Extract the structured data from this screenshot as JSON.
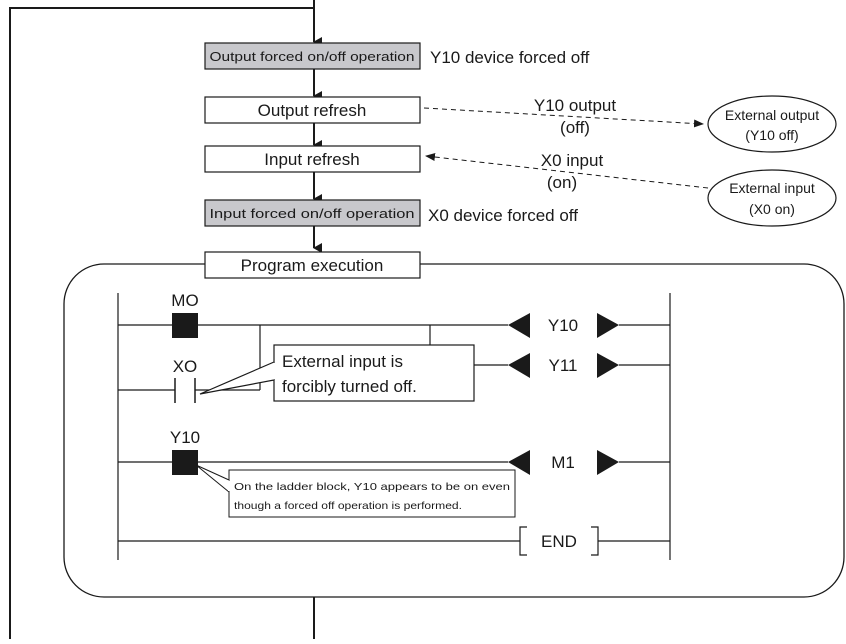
{
  "flow": {
    "output_forced_op": "Output forced on/off operation",
    "output_forced_note": "Y10 device forced off",
    "output_refresh": "Output refresh",
    "y10_output_line1": "Y10 output",
    "y10_output_line2": "(off)",
    "input_refresh": "Input refresh",
    "x0_input_line1": "X0 input",
    "x0_input_line2": "(on)",
    "input_forced_op": "Input forced on/off operation",
    "input_forced_note": "X0 device forced off",
    "program_execution": "Program execution"
  },
  "external": {
    "output_line1": "External output",
    "output_line2": "(Y10 off)",
    "input_line1": "External input",
    "input_line2": "(X0 on)"
  },
  "ladder": {
    "m0_label": "MO",
    "x0_label": "XO",
    "y10_contact_label": "Y10",
    "coil_y10": "Y10",
    "coil_y11": "Y11",
    "coil_m1": "M1",
    "end_label": "END",
    "callout_line1": "External input is",
    "callout_line2": "forcibly turned off.",
    "note_line1": "On the ladder block, Y10 appears to be on even",
    "note_line2": "though a forced off operation is performed."
  },
  "colors": {
    "shaded_box": "#c8c8cc",
    "line": "#1a1a1a"
  }
}
